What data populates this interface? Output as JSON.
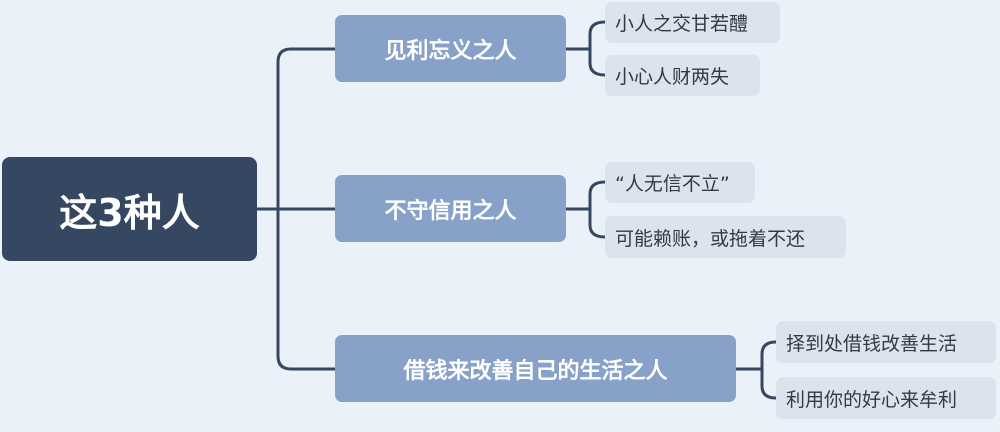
{
  "root": {
    "label": "这3种人"
  },
  "branches": [
    {
      "label": "见利忘义之人",
      "leaves": [
        "小人之交甘若醴",
        "小心人财两失"
      ]
    },
    {
      "label": "不守信用之人",
      "leaves": [
        "“人无信不立”",
        "可能赖账，或拖着不还"
      ]
    },
    {
      "label": "借钱来改善自己的生活之人",
      "leaves": [
        "择到处借钱改善生活",
        "利用你的好心来牟利"
      ]
    }
  ],
  "colors": {
    "background": "#eaf1f8",
    "root": "#364861",
    "branch": "#87a1c8",
    "leaf": "#dbe4ee",
    "connector": "#364861"
  }
}
